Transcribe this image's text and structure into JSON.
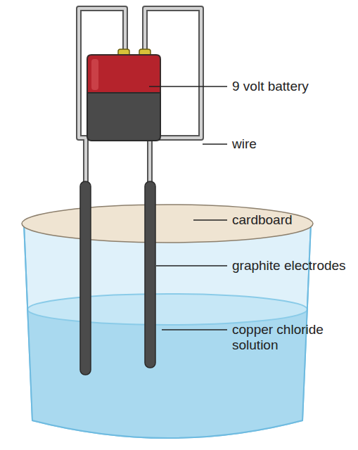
{
  "diagram": {
    "labels": [
      "9 volt battery",
      "wire",
      "cardboard",
      "graphite electrodes",
      "copper chloride solution"
    ]
  }
}
